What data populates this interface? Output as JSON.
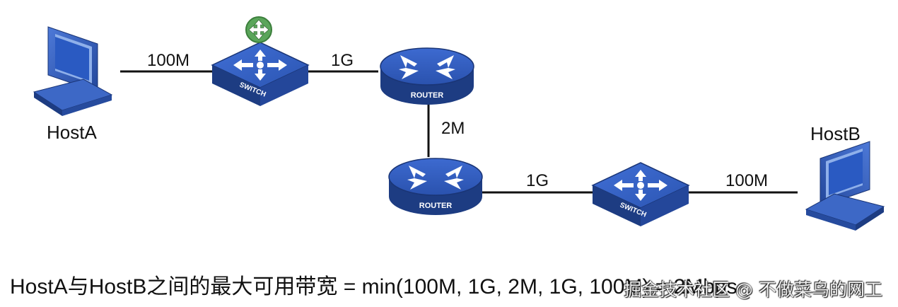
{
  "diagram": {
    "hosts": {
      "host_a": "HostA",
      "host_b": "HostB"
    },
    "devices": {
      "switch_label": "SWITCH",
      "router_label": "ROUTER"
    },
    "links": {
      "hosta_switch1": "100M",
      "switch1_router1": "1G",
      "router1_router2": "2M",
      "router2_switch2": "1G",
      "switch2_hostb": "100M"
    },
    "caption": "HostA与HostB之间的最大可用带宽 = min(100M, 1G, 2M, 1G, 100M) = 2Mbps",
    "watermark": "掘金技术社区 @ 不做菜鸟的网工",
    "colors": {
      "device_blue": "#2c56a8",
      "device_dark": "#1d3c82",
      "move_handle": "#5aa55a"
    }
  }
}
